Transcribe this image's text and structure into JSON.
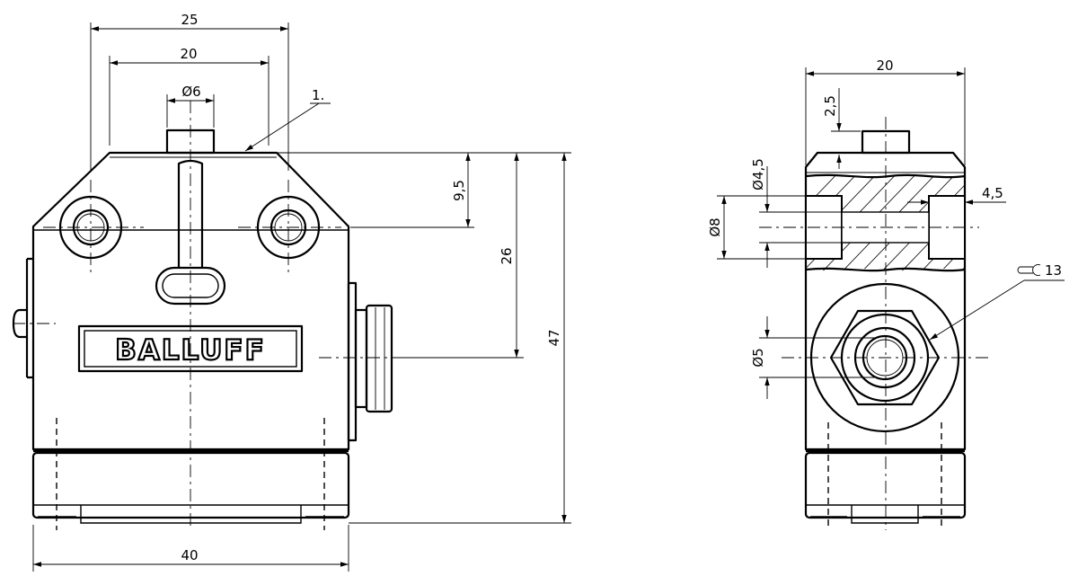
{
  "brand_label": "BALLUFF",
  "callout_1": "1.",
  "callout_13": "13",
  "front_view": {
    "dim_top_width": "25",
    "dim_hole_spacing": "20",
    "dim_plunger_dia": "Ø6",
    "dim_top_height": "9,5",
    "dim_axis_height": "26",
    "dim_total_height": "47",
    "dim_bottom_width": "40"
  },
  "side_view": {
    "dim_width": "20",
    "dim_top_step": "2,5",
    "dim_hole_dia": "Ø4,5",
    "dim_counterbore_dia": "Ø8",
    "dim_counterbore_depth": "4,5",
    "dim_inner_dia": "Ø5"
  }
}
